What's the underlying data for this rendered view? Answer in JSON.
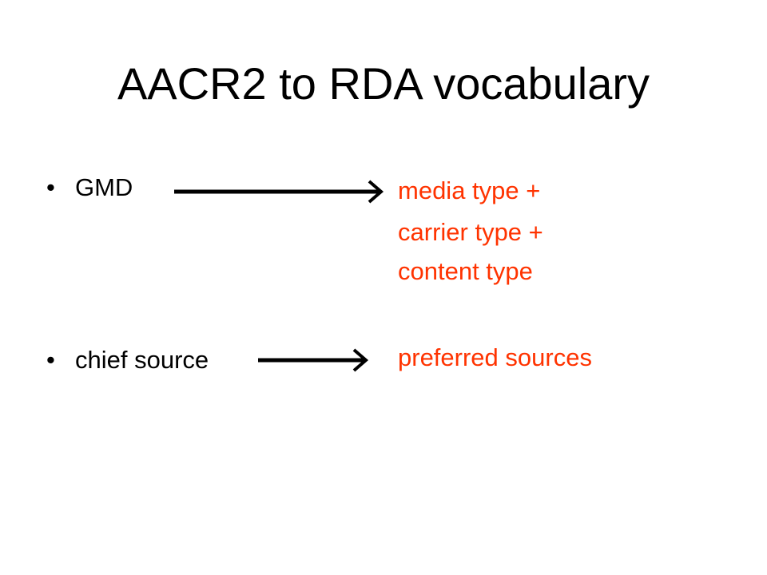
{
  "slide": {
    "title": "AACR2 to RDA vocabulary",
    "accent_color": "#ff3300",
    "mappings": [
      {
        "term": "GMD",
        "rda_terms": [
          "media type +",
          "carrier type +",
          "content type"
        ]
      },
      {
        "term": "chief source",
        "rda_terms": [
          "preferred sources"
        ]
      }
    ]
  }
}
